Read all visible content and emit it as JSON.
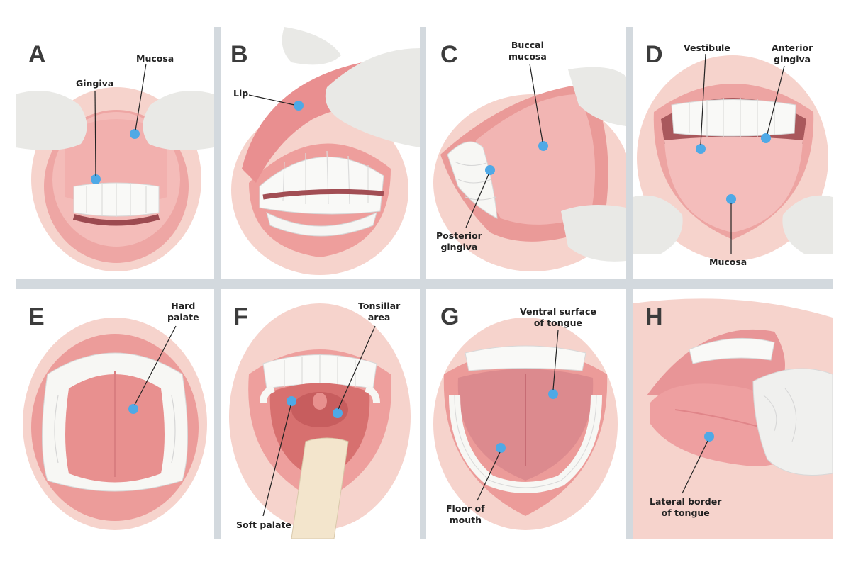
{
  "colors": {
    "background": "#ffffff",
    "divider": "#d3d9de",
    "skin": "#f6d3cc",
    "lip": "#e89a98",
    "inner_mouth": "#d9787a",
    "gum": "#f0a8a6",
    "tooth": "#f9f9f7",
    "glove": "#e9e9e6",
    "marker": "#4fa9e6",
    "label_text": "#222222",
    "letter_text": "#3c3c3c"
  },
  "panels": [
    {
      "letter": "A",
      "labels": [
        "Gingiva",
        "Mucosa"
      ]
    },
    {
      "letter": "B",
      "labels": [
        "Lip"
      ]
    },
    {
      "letter": "C",
      "labels": [
        "Buccal",
        "mucosa",
        "Posterior",
        "gingiva"
      ]
    },
    {
      "letter": "D",
      "labels": [
        "Vestibule",
        "Anterior",
        "gingiva",
        "Mucosa"
      ]
    },
    {
      "letter": "E",
      "labels": [
        "Hard",
        "palate"
      ]
    },
    {
      "letter": "F",
      "labels": [
        "Tonsillar",
        "area",
        "Soft palate"
      ]
    },
    {
      "letter": "G",
      "labels": [
        "Ventral surface",
        "of tongue",
        "Floor of",
        "mouth"
      ]
    },
    {
      "letter": "H",
      "labels": [
        "Lateral border",
        "of tongue"
      ]
    }
  ]
}
